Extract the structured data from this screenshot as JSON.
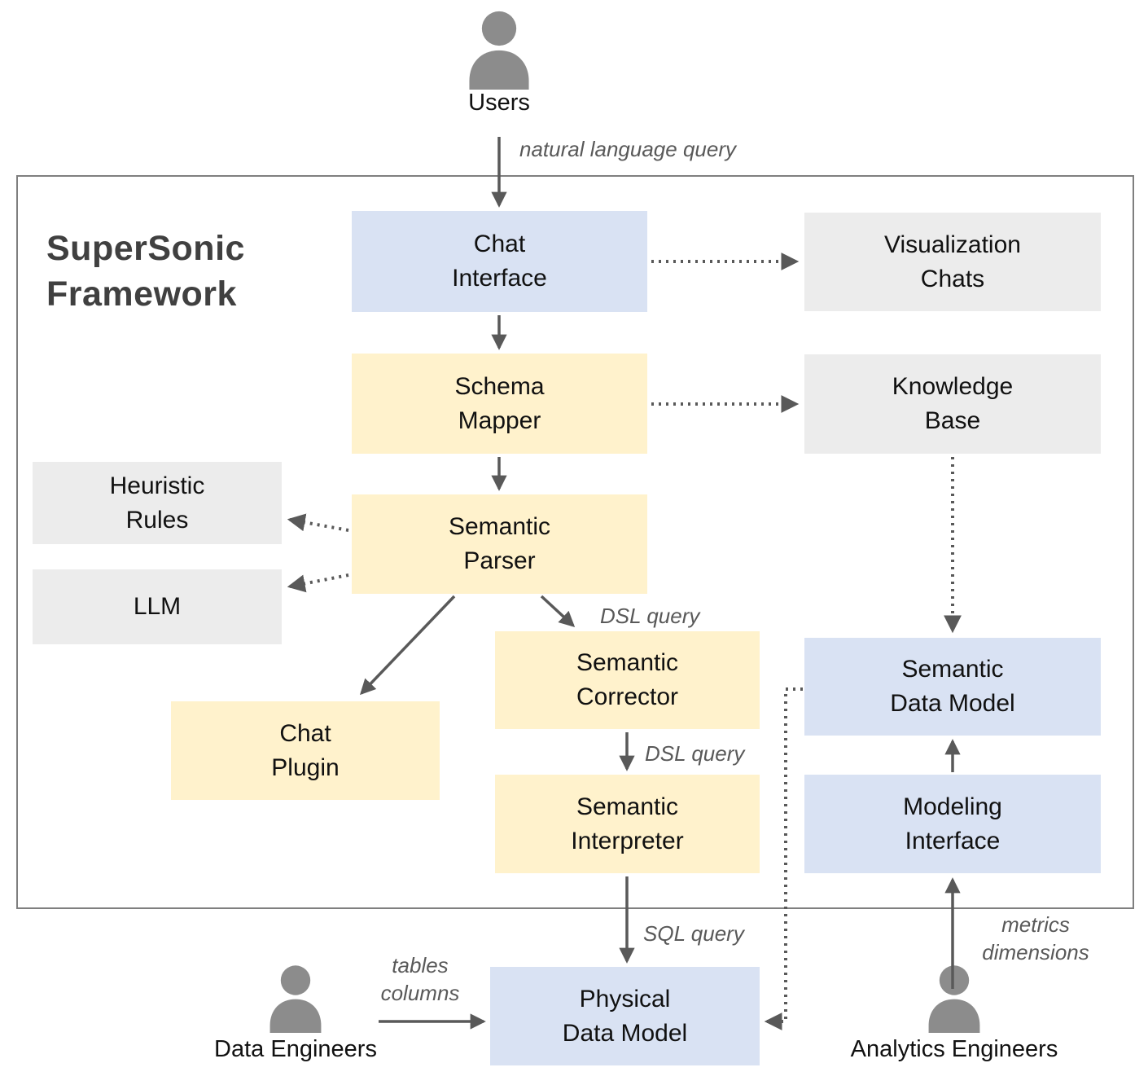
{
  "diagram": {
    "frame_title": [
      "SuperSonic",
      "Framework"
    ],
    "actors": {
      "users": {
        "label": "Users"
      },
      "data_engineers": {
        "label": "Data Engineers"
      },
      "analytics_engineers": {
        "label": "Analytics Engineers"
      }
    },
    "nodes": {
      "chat_interface": {
        "label": [
          "Chat",
          "Interface"
        ],
        "fill": "blue"
      },
      "visualization_chats": {
        "label": [
          "Visualization",
          "Chats"
        ],
        "fill": "gray"
      },
      "schema_mapper": {
        "label": [
          "Schema",
          "Mapper"
        ],
        "fill": "yellow"
      },
      "knowledge_base": {
        "label": [
          "Knowledge",
          "Base"
        ],
        "fill": "gray"
      },
      "heuristic_rules": {
        "label": [
          "Heuristic",
          "Rules"
        ],
        "fill": "gray"
      },
      "llm": {
        "label": "LLM",
        "fill": "gray"
      },
      "semantic_parser": {
        "label": [
          "Semantic",
          "Parser"
        ],
        "fill": "yellow"
      },
      "chat_plugin": {
        "label": [
          "Chat",
          "Plugin"
        ],
        "fill": "yellow"
      },
      "semantic_corrector": {
        "label": [
          "Semantic",
          "Corrector"
        ],
        "fill": "yellow"
      },
      "semantic_interpreter": {
        "label": [
          "Semantic",
          "Interpreter"
        ],
        "fill": "yellow"
      },
      "semantic_data_model": {
        "label": [
          "Semantic",
          "Data Model"
        ],
        "fill": "blue"
      },
      "modeling_interface": {
        "label": [
          "Modeling",
          "Interface"
        ],
        "fill": "blue"
      },
      "physical_data_model": {
        "label": [
          "Physical",
          "Data Model"
        ],
        "fill": "blue"
      }
    },
    "edge_labels": {
      "natural_language_query": "natural language query",
      "dsl_query_parser_to_corrector": "DSL query",
      "dsl_query_corrector_to_interpreter": "DSL query",
      "sql_query": "SQL query",
      "tables_columns": [
        "tables",
        "columns"
      ],
      "metrics_dimensions": [
        "metrics",
        "dimensions"
      ]
    },
    "colors": {
      "blue_fill": "#d9e2f3",
      "yellow_fill": "#fff2cc",
      "gray_fill": "#ececec",
      "arrow": "#595959",
      "frame_border": "#7f7f7f",
      "person": "#8c8c8c",
      "title_text": "#404040",
      "label_text": "#595959",
      "node_text": "#111111"
    }
  }
}
